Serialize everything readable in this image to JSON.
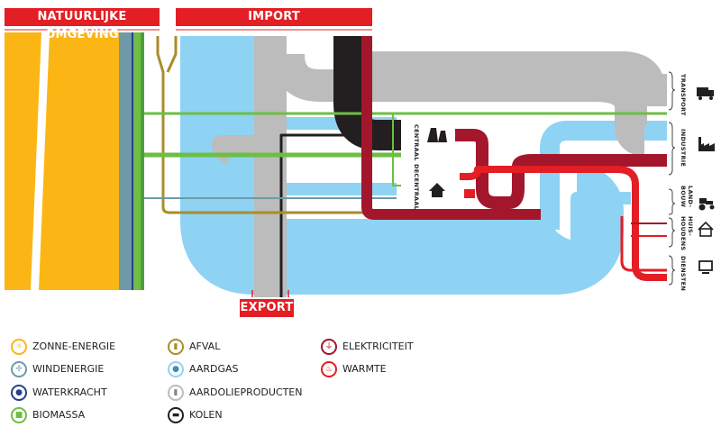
{
  "headers": {
    "natural": "NATUURLIJKE OMGEVING",
    "import": "IMPORT",
    "export": "EXPORT"
  },
  "conversion": {
    "central": "CENTRAAL",
    "decentral": "DECENTRAAL"
  },
  "sectors": [
    {
      "label": "TRANSPORT",
      "icon": "truck-icon"
    },
    {
      "label": "INDUSTRIE",
      "icon": "factory-icon"
    },
    {
      "label": "LAND- BOUW",
      "icon": "tractor-icon"
    },
    {
      "label": "HUIS- HOUDENS",
      "icon": "house-icon"
    },
    {
      "label": "DIENSTEN",
      "icon": "computer-icon"
    }
  ],
  "legend": [
    {
      "label": "ZONNE-ENERGIE",
      "color": "#FBB615",
      "icon": "sun-icon"
    },
    {
      "label": "WINDENERGIE",
      "color": "#6E9AA8",
      "icon": "wind-turbine-icon"
    },
    {
      "label": "WATERKRACHT",
      "color": "#273E8F",
      "icon": "water-drop-icon"
    },
    {
      "label": "BIOMASSA",
      "color": "#6DBE45",
      "icon": "cow-icon"
    },
    {
      "label": "AFVAL",
      "color": "#A88E2A",
      "icon": "waste-bin-icon"
    },
    {
      "label": "AARDGAS",
      "color": "#8ED3F3",
      "icon": "gas-flame-icon"
    },
    {
      "label": "AARDOLIEPRODUCTEN",
      "color": "#BCBCBC",
      "icon": "oil-barrel-icon"
    },
    {
      "label": "KOLEN",
      "color": "#231F20",
      "icon": "coal-cart-icon"
    },
    {
      "label": "ELEKTRICITEIT",
      "color": "#A3162B",
      "icon": "plug-icon"
    },
    {
      "label": "WARMTE",
      "color": "#E31E24",
      "icon": "heat-flame-icon"
    }
  ]
}
